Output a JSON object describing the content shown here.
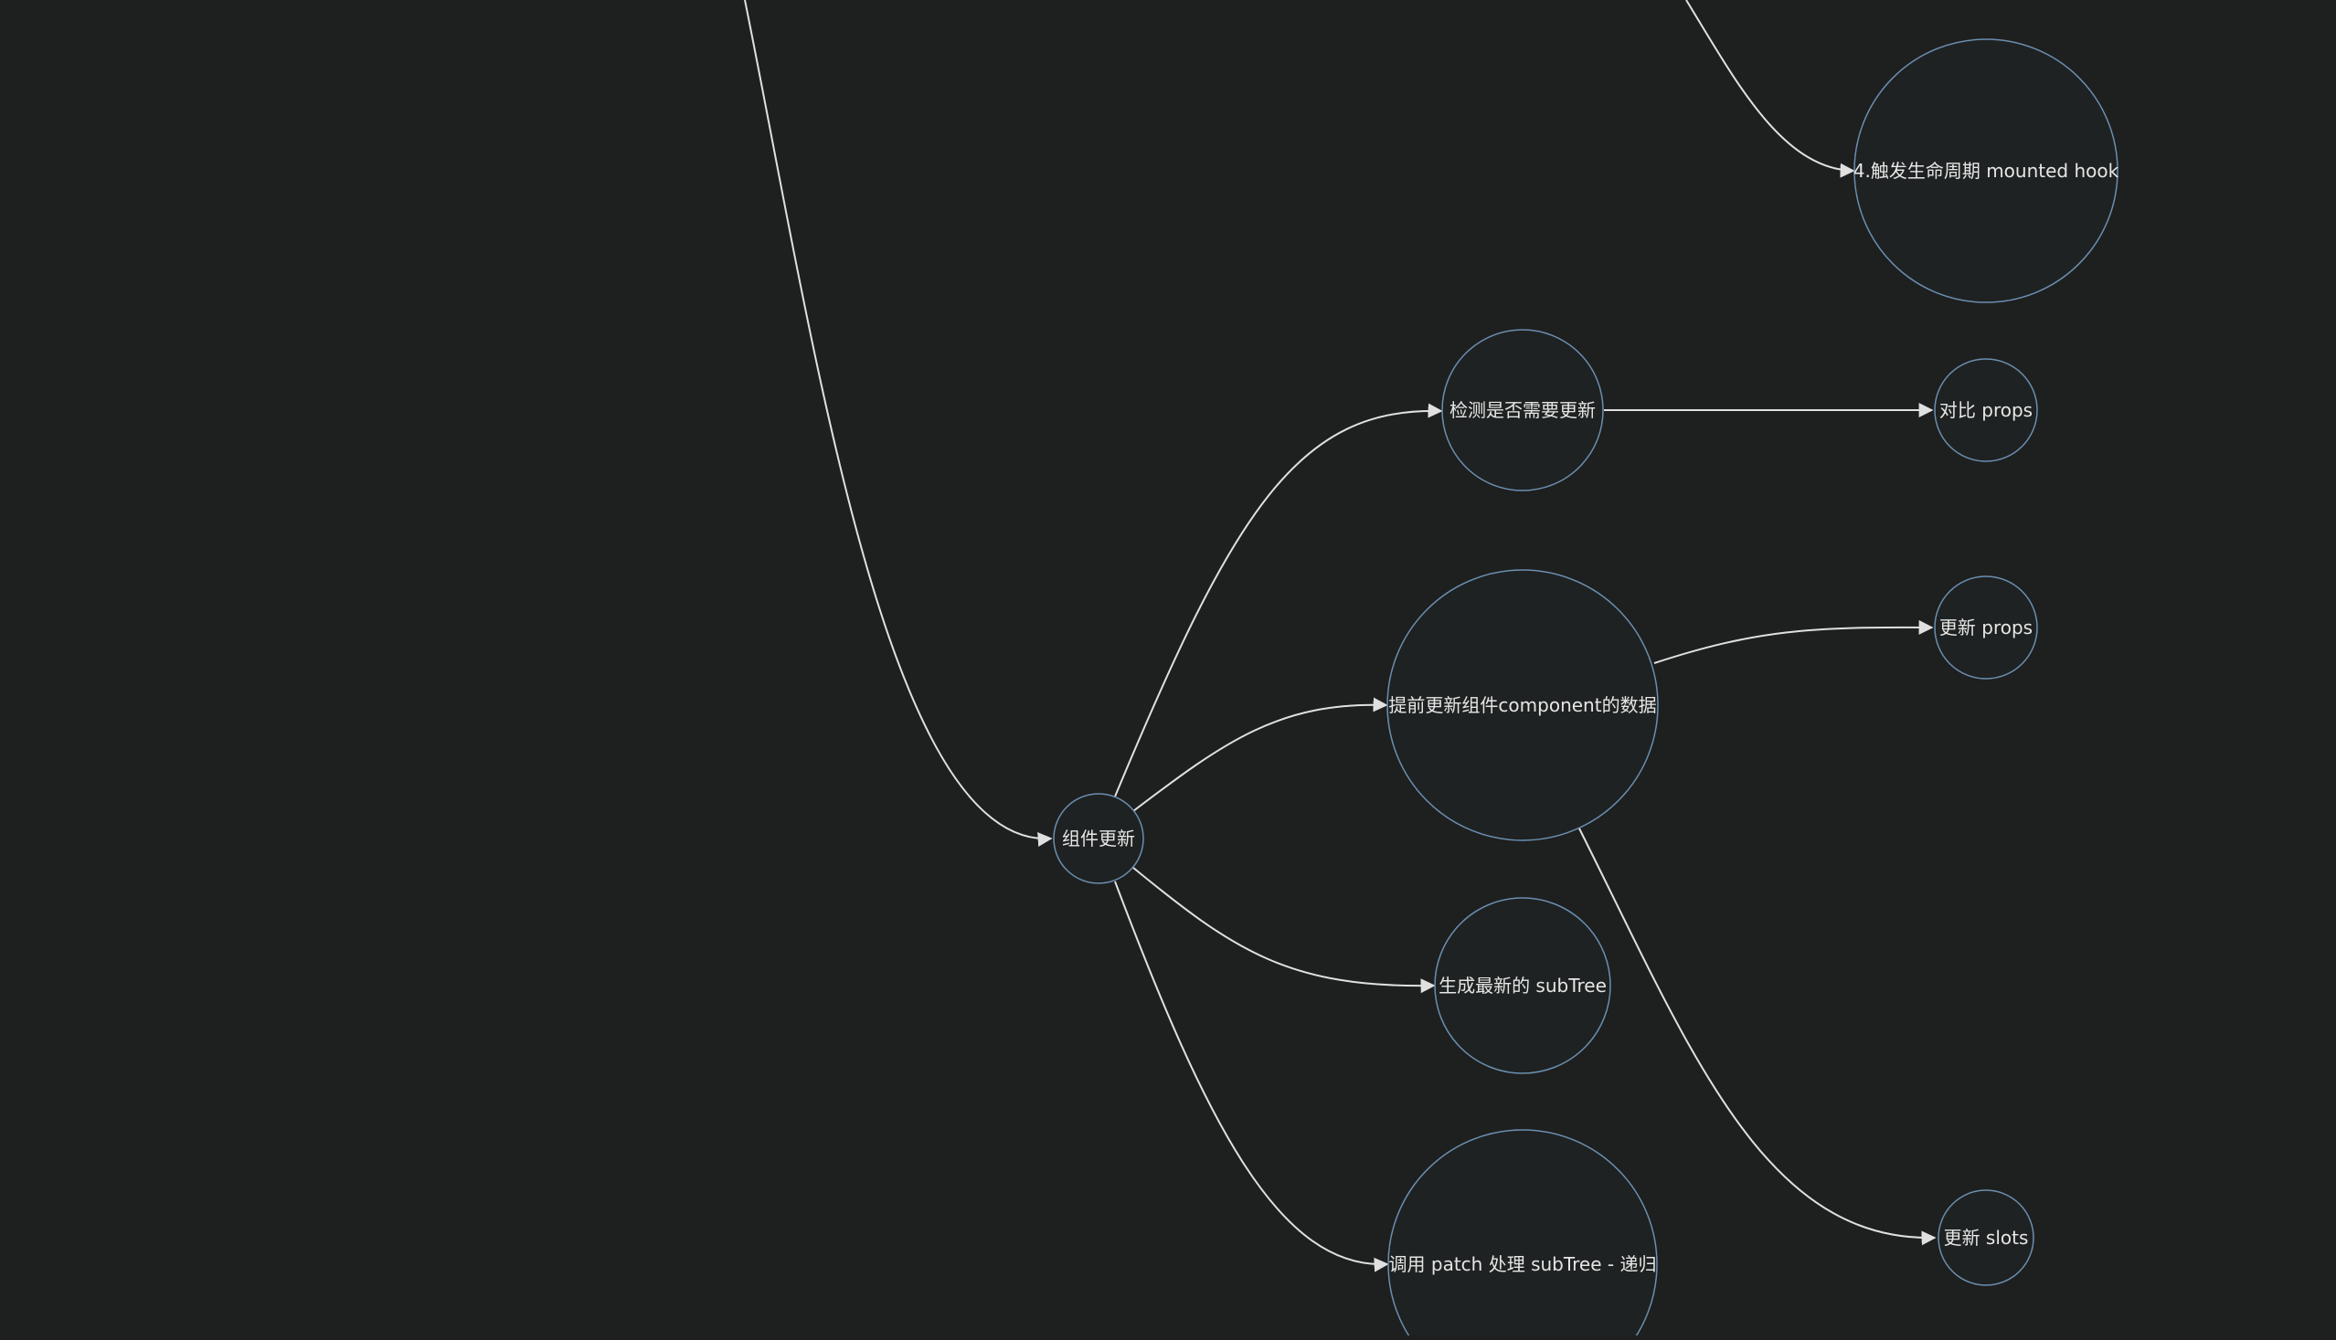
{
  "diagram": {
    "type": "flowchart",
    "colors": {
      "background": "#1e1f1f",
      "node_fill": "#1f2222",
      "node_stroke": "#6a8fb0",
      "edge": "#e0e0e0",
      "text": "#e6e6e6"
    },
    "nodes": [
      {
        "id": "mounted",
        "label": "4.触发生命周期 mounted hook"
      },
      {
        "id": "update",
        "label": "组件更新"
      },
      {
        "id": "check",
        "label": "检测是否需要更新"
      },
      {
        "id": "compare",
        "label": "对比 props"
      },
      {
        "id": "pre",
        "label": "提前更新组件component的数据"
      },
      {
        "id": "uprops",
        "label": "更新 props"
      },
      {
        "id": "gen",
        "label": "生成最新的 subTree"
      },
      {
        "id": "slots",
        "label": "更新 slots"
      },
      {
        "id": "patch",
        "label": "调用 patch 处理 subTree - 递归"
      }
    ],
    "edges": [
      {
        "from": "",
        "to": "mounted"
      },
      {
        "from": "",
        "to": "update"
      },
      {
        "from": "update",
        "to": "check"
      },
      {
        "from": "update",
        "to": "pre"
      },
      {
        "from": "update",
        "to": "gen"
      },
      {
        "from": "update",
        "to": "patch"
      },
      {
        "from": "check",
        "to": "compare"
      },
      {
        "from": "pre",
        "to": "uprops"
      },
      {
        "from": "pre",
        "to": "slots"
      }
    ]
  }
}
